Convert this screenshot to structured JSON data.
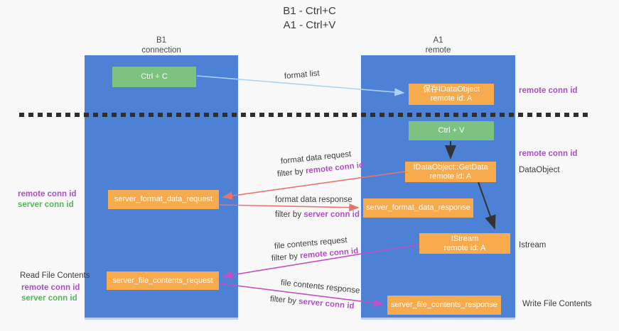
{
  "title": {
    "line1": "B1 - Ctrl+C",
    "line2": "A1 - Ctrl+V"
  },
  "lanes": {
    "left": {
      "title": "B1",
      "subtitle": "connection"
    },
    "right": {
      "title": "A1",
      "subtitle": "remote"
    }
  },
  "nodes": {
    "ctrl_c": {
      "label": "Ctrl + C"
    },
    "ctrl_v": {
      "label": "Ctrl + V"
    },
    "save_idataobject": {
      "line1": "保存IDataObject",
      "line2": "remote id: A"
    },
    "getdata": {
      "line1": "IDataObject::GetData",
      "line2": "remote id: A"
    },
    "istream": {
      "line1": "IStream",
      "line2": "remote id: A"
    },
    "server_format_data_request": {
      "label": "server_format_data_request"
    },
    "server_format_data_response": {
      "label": "server_format_data_response"
    },
    "server_file_contents_request": {
      "label": "server_file_contents_request"
    },
    "server_file_contents_response": {
      "label": "server_file_contents_response"
    }
  },
  "annotations": {
    "format_list": "format list",
    "format_data_request": "format data request",
    "format_data_response": "format data response",
    "file_contents_request": "file contents request",
    "file_contents_response": "file contents response",
    "filter_by": "filter by ",
    "remote_conn_id": "remote conn id",
    "server_conn_id": "server conn id"
  },
  "side_labels": {
    "remote_conn_id": "remote conn id",
    "server_conn_id": "server conn id",
    "dataobject": "DataObject",
    "istream": "Istream",
    "read_file_contents": "Read File Contents",
    "write_file_contents": "Write File Contents"
  },
  "colors": {
    "background": "#f8f8f8",
    "lane_blue": "#4d81d6",
    "node_orange": "#f8ab4d",
    "node_green": "#7cc280",
    "arrow_light_blue": "#abd3f0",
    "arrow_salmon": "#e87470",
    "arrow_magenta": "#c24fc4",
    "arrow_black": "#333333",
    "dash_black": "#2e2e2e",
    "text_purple": "#ab4fc6",
    "text_green": "#57b65c",
    "text_dark": "#3b3b3b"
  }
}
